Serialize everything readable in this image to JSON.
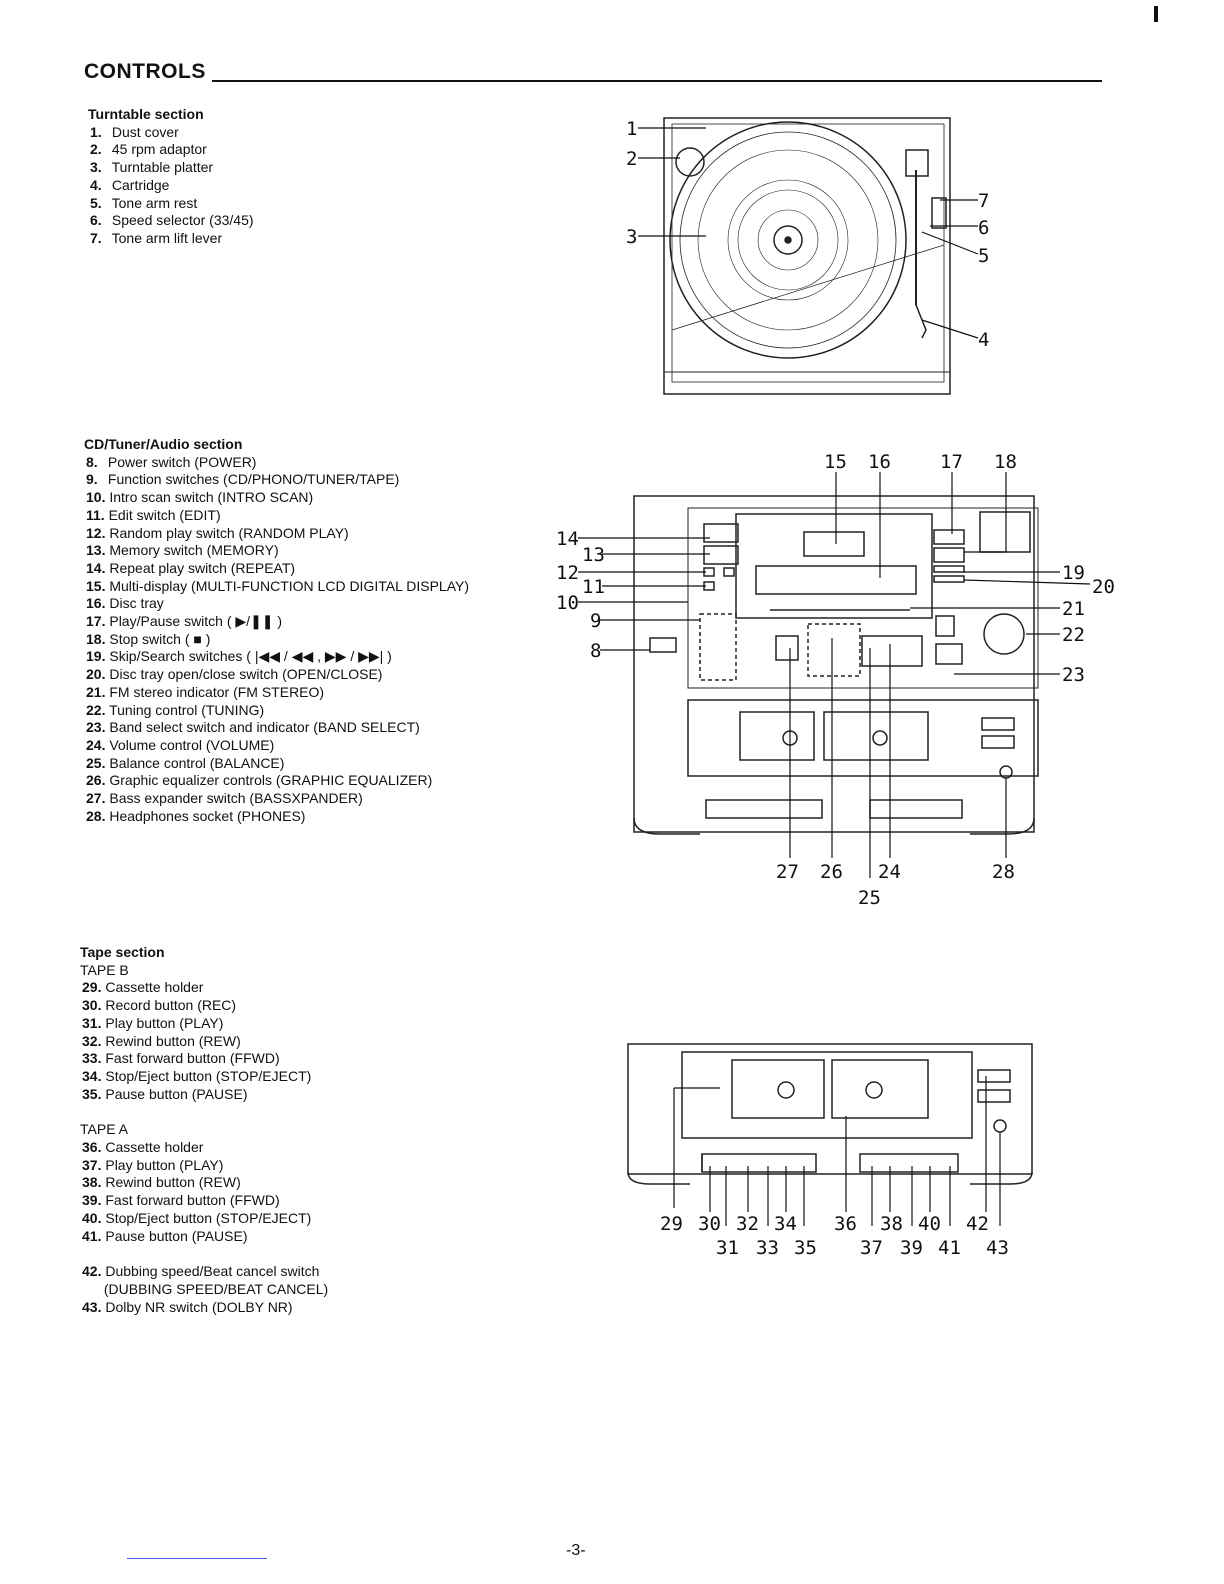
{
  "page": {
    "heading": "CONTROLS",
    "page_number": "-3-"
  },
  "turntable": {
    "title": "Turntable section",
    "items": [
      {
        "n": "1.",
        "label": "Dust cover"
      },
      {
        "n": "2.",
        "label": "45 rpm adaptor"
      },
      {
        "n": "3.",
        "label": "Turntable platter"
      },
      {
        "n": "4.",
        "label": "Cartridge"
      },
      {
        "n": "5.",
        "label": "Tone arm rest"
      },
      {
        "n": "6.",
        "label": "Speed selector (33/45)"
      },
      {
        "n": "7.",
        "label": "Tone arm lift lever"
      }
    ],
    "callouts": [
      "1",
      "2",
      "3",
      "4",
      "5",
      "6",
      "7"
    ]
  },
  "cd_tuner": {
    "title": "CD/Tuner/Audio section",
    "items": [
      {
        "n": "8.",
        "label": "Power switch (POWER)"
      },
      {
        "n": "9.",
        "label": "Function switches (CD/PHONO/TUNER/TAPE)"
      },
      {
        "n": "10.",
        "label": "Intro scan switch (INTRO SCAN)"
      },
      {
        "n": "11.",
        "label": "Edit switch (EDIT)"
      },
      {
        "n": "12.",
        "label": "Random play switch (RANDOM PLAY)"
      },
      {
        "n": "13.",
        "label": "Memory switch (MEMORY)"
      },
      {
        "n": "14.",
        "label": "Repeat play switch (REPEAT)"
      },
      {
        "n": "15.",
        "label": "Multi-display (MULTI-FUNCTION LCD DIGITAL DISPLAY)"
      },
      {
        "n": "16.",
        "label": "Disc tray"
      },
      {
        "n": "17.",
        "label": "Play/Pause switch ( ▶/❚❚ )"
      },
      {
        "n": "18.",
        "label": "Stop switch ( ■ )"
      },
      {
        "n": "19.",
        "label": "Skip/Search switches ( |◀◀ / ◀◀ ,  ▶▶ / ▶▶| )"
      },
      {
        "n": "20.",
        "label": "Disc tray open/close switch (OPEN/CLOSE)"
      },
      {
        "n": "21.",
        "label": "FM stereo indicator (FM STEREO)"
      },
      {
        "n": "22.",
        "label": "Tuning control (TUNING)"
      },
      {
        "n": "23.",
        "label": "Band select switch and indicator (BAND SELECT)"
      },
      {
        "n": "24.",
        "label": "Volume control (VOLUME)"
      },
      {
        "n": "25.",
        "label": "Balance control (BALANCE)"
      },
      {
        "n": "26.",
        "label": "Graphic equalizer controls (GRAPHIC EQUALIZER)"
      },
      {
        "n": "27.",
        "label": "Bass expander switch (BASSXPANDER)"
      },
      {
        "n": "28.",
        "label": "Headphones socket (PHONES)"
      }
    ],
    "callouts": [
      "15",
      "16",
      "17",
      "18",
      "14",
      "13",
      "12",
      "11",
      "10",
      "9",
      "8",
      "19",
      "20",
      "21",
      "22",
      "23",
      "27",
      "26",
      "24",
      "28",
      "25"
    ]
  },
  "tape": {
    "title": "Tape section",
    "tape_b_title": "TAPE B",
    "tape_b_items": [
      {
        "n": "29.",
        "label": "Cassette holder"
      },
      {
        "n": "30.",
        "label": "Record button (REC)"
      },
      {
        "n": "31.",
        "label": "Play button (PLAY)"
      },
      {
        "n": "32.",
        "label": "Rewind button (REW)"
      },
      {
        "n": "33.",
        "label": "Fast forward button (FFWD)"
      },
      {
        "n": "34.",
        "label": "Stop/Eject button (STOP/EJECT)"
      },
      {
        "n": "35.",
        "label": "Pause button (PAUSE)"
      }
    ],
    "tape_a_title": "TAPE A",
    "tape_a_items": [
      {
        "n": "36.",
        "label": "Cassette holder"
      },
      {
        "n": "37.",
        "label": "Play button (PLAY)"
      },
      {
        "n": "38.",
        "label": "Rewind button (REW)"
      },
      {
        "n": "39.",
        "label": "Fast forward button (FFWD)"
      },
      {
        "n": "40.",
        "label": "Stop/Eject button (STOP/EJECT)"
      },
      {
        "n": "41.",
        "label": "Pause button (PAUSE)"
      }
    ],
    "other_items": [
      {
        "n": "42.",
        "label": "Dubbing speed/Beat cancel switch"
      },
      {
        "n": "",
        "label": "(DUBBING SPEED/BEAT CANCEL)"
      },
      {
        "n": "43.",
        "label": "Dolby NR switch (DOLBY NR)"
      }
    ],
    "callouts_top": [
      "29",
      "30",
      "32",
      "34",
      "36",
      "38",
      "40",
      "42"
    ],
    "callouts_bottom": [
      "31",
      "33",
      "35",
      "37",
      "39",
      "41",
      "43"
    ]
  }
}
